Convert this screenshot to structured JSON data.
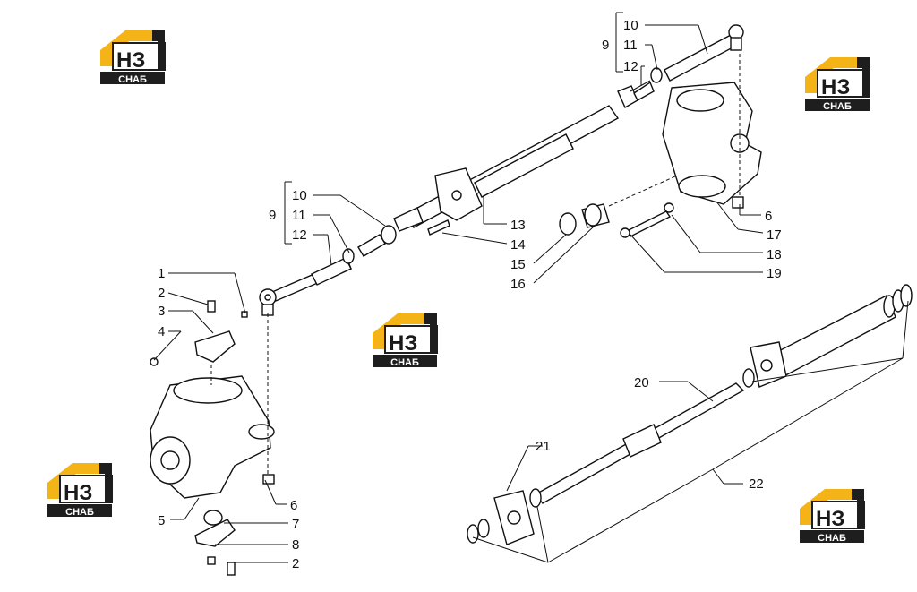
{
  "diagram": {
    "callouts": [
      "1",
      "2",
      "3",
      "4",
      "5",
      "6",
      "7",
      "8",
      "2",
      "6",
      "10",
      "11",
      "12",
      "9",
      "10",
      "11",
      "12",
      "9",
      "13",
      "14",
      "15",
      "16",
      "17",
      "18",
      "19",
      "20",
      "21",
      "22"
    ],
    "watermark": {
      "letters": "НЗ",
      "word": "СНАБ",
      "colors": {
        "yellow": "#f4b417",
        "dark": "#1e1e1e"
      }
    }
  }
}
